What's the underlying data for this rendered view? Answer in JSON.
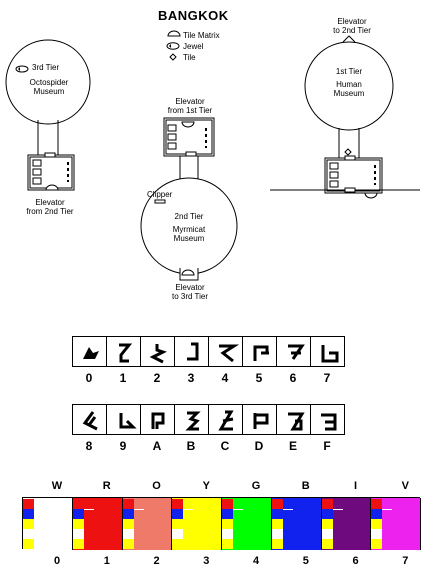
{
  "map": {
    "title": "BANGKOK",
    "legend": {
      "tile_matrix": "Tile Matrix",
      "jewel": "Jewel",
      "tile": "Tile"
    },
    "tier3": {
      "title": "3rd Tier",
      "name_line1": "Octospider",
      "name_line2": "Museum",
      "elevator_line1": "Elevator",
      "elevator_line2": "from 2nd Tier"
    },
    "tier2": {
      "elevator_top_line1": "Elevator",
      "elevator_top_line2": "from 1st Tier",
      "clipper": "Clipper",
      "title": "2nd Tier",
      "name_line1": "Myrmicat",
      "name_line2": "Museum",
      "elevator_bottom_line1": "Elevator",
      "elevator_bottom_line2": "to 3rd Tier"
    },
    "tier1": {
      "elevator_line1": "Elevator",
      "elevator_line2": "to 2nd Tier",
      "title": "1st Tier",
      "name_line1": "Human",
      "name_line2": "Museum"
    }
  },
  "glyph_digits_row1": [
    "0",
    "1",
    "2",
    "3",
    "4",
    "5",
    "6",
    "7"
  ],
  "glyph_digits_row2": [
    "8",
    "9",
    "A",
    "B",
    "C",
    "D",
    "E",
    "F"
  ],
  "colors": {
    "letters": [
      "W",
      "R",
      "O",
      "Y",
      "G",
      "B",
      "I",
      "V"
    ],
    "digits": [
      "0",
      "1",
      "2",
      "3",
      "4",
      "5",
      "6",
      "7"
    ],
    "fills": [
      "#ffffff",
      "#ee1111",
      "#f07a6a",
      "#ffff00",
      "#00ff00",
      "#1122ee",
      "#6e0a7e",
      "#ee22ee"
    ],
    "stripe_colors": [
      "#ee1111",
      "#1122ee",
      "#ffff00"
    ]
  }
}
